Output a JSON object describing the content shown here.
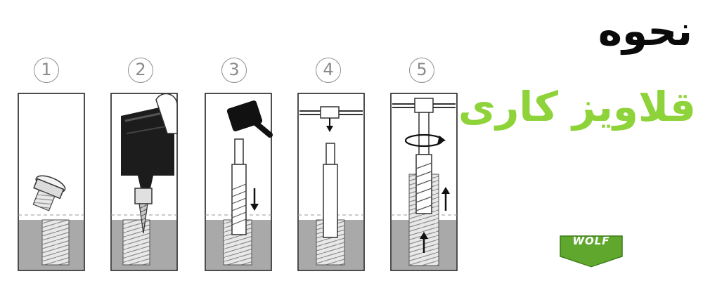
{
  "title": {
    "line1": "نحوه",
    "line2": "قلاویز کاری"
  },
  "steps": [
    {
      "number": "1"
    },
    {
      "number": "2"
    },
    {
      "number": "3"
    },
    {
      "number": "4"
    },
    {
      "number": "5"
    }
  ],
  "logo": {
    "brand": "WOLF"
  },
  "colors": {
    "title_dark": "#0a0a0a",
    "title_green": "#8ed33a",
    "panel_fill": "#a9a9a9",
    "line": "#222222",
    "number_gray": "#8a8a8a",
    "logo_green": "#5fa82d"
  }
}
